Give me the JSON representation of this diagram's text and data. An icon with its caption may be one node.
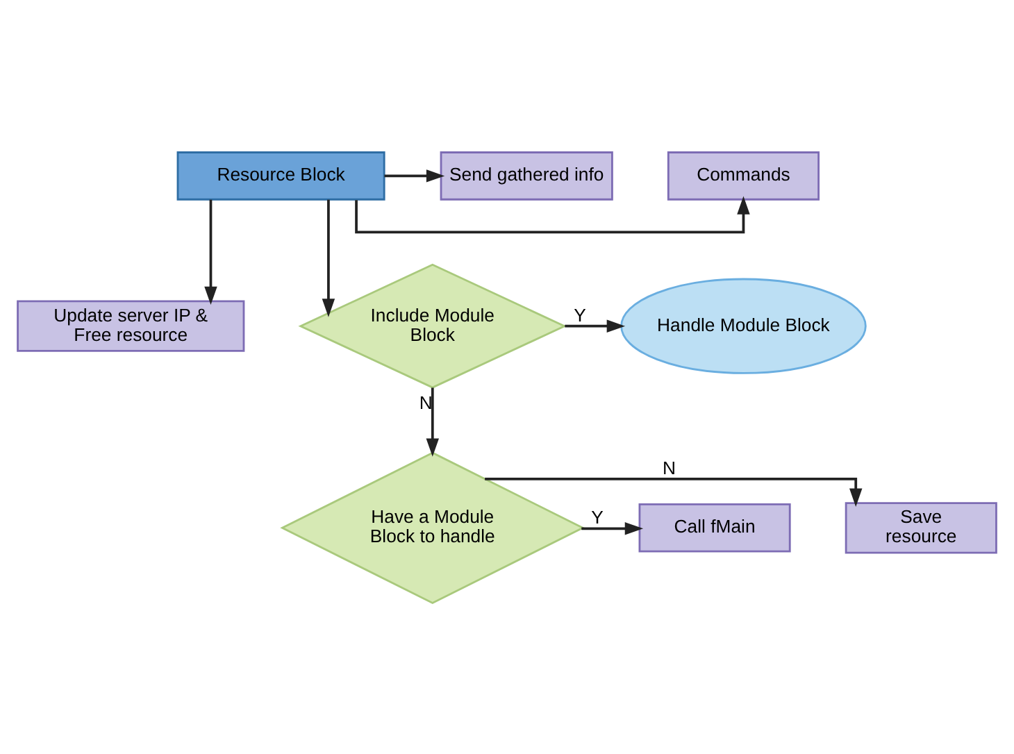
{
  "diagram": {
    "nodes": [
      {
        "text": [
          "Resource Block"
        ]
      },
      {
        "text": [
          "Commands"
        ]
      },
      {
        "text": [
          "Send gathered info"
        ]
      },
      {
        "text": [
          "Update server IP & Free resource"
        ]
      },
      {
        "text": [
          "Include Module Block"
        ]
      },
      {
        "text": [
          "Handle Module Block"
        ]
      },
      {
        "text": [
          "Have a Module Block to handle"
        ]
      },
      {
        "text": [
          "Save resource"
        ]
      },
      {
        "text": [
          "Call fMain"
        ]
      }
    ],
    "edges": [
      {
        "from": 0,
        "to": 1,
        "arrow": "to"
      },
      {
        "from": 0,
        "to": 2,
        "arrow": "to"
      },
      {
        "from": 0,
        "to": 3,
        "arrow": "to"
      },
      {
        "from": 0,
        "to": 4,
        "arrow": "to"
      },
      {
        "from": 4,
        "to": 5,
        "arrow": "to",
        "label": "Y"
      },
      {
        "from": 4,
        "to": 6,
        "arrow": "to",
        "label": "N"
      },
      {
        "from": 6,
        "to": 7,
        "arrow": "to",
        "label": "N"
      },
      {
        "from": 6,
        "to": 8,
        "arrow": "to",
        "label": "Y"
      }
    ]
  }
}
